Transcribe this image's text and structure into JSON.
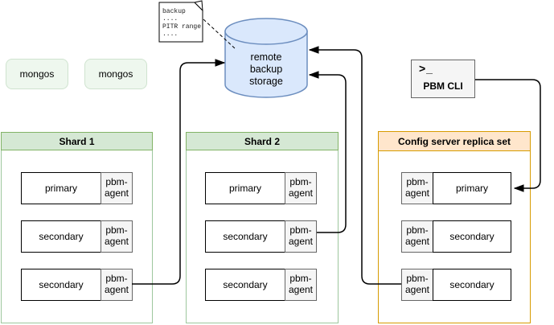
{
  "colors": {
    "shard_header_bg": "#d5e8d4",
    "shard_header_border": "#82b366",
    "shard_body_border": "#9dc79d",
    "config_header_bg": "#ffe6cc",
    "config_border": "#d79b00",
    "cylinder_fill": "#dae8fc",
    "cylinder_stroke": "#6c8ebf",
    "agent_bg": "#f5f5f5",
    "agent_border": "#666666",
    "mongos_bg": "#eef7ee",
    "mongos_border": "#cfe3cf",
    "connector": "#000000"
  },
  "mongos": {
    "labels": [
      "mongos",
      "mongos"
    ]
  },
  "note": {
    "lines": [
      "backup",
      "....",
      "PITR range",
      "...."
    ]
  },
  "storage": {
    "lines": [
      "remote",
      "backup",
      "storage"
    ]
  },
  "pbm_cli": {
    "prompt": ">_",
    "label": "PBM CLI"
  },
  "clusters": [
    {
      "title": "Shard 1",
      "rows": [
        {
          "role": "primary",
          "agent": "pbm-agent"
        },
        {
          "role": "secondary",
          "agent": "pbm-agent"
        },
        {
          "role": "secondary",
          "agent": "pbm-agent"
        }
      ]
    },
    {
      "title": "Shard 2",
      "rows": [
        {
          "role": "primary",
          "agent": "pbm-agent"
        },
        {
          "role": "secondary",
          "agent": "pbm-agent"
        },
        {
          "role": "secondary",
          "agent": "pbm-agent"
        }
      ]
    },
    {
      "title": "Config server replica set",
      "rows": [
        {
          "role": "primary",
          "agent": "pbm-agent"
        },
        {
          "role": "secondary",
          "agent": "pbm-agent"
        },
        {
          "role": "secondary",
          "agent": "pbm-agent"
        }
      ]
    }
  ]
}
